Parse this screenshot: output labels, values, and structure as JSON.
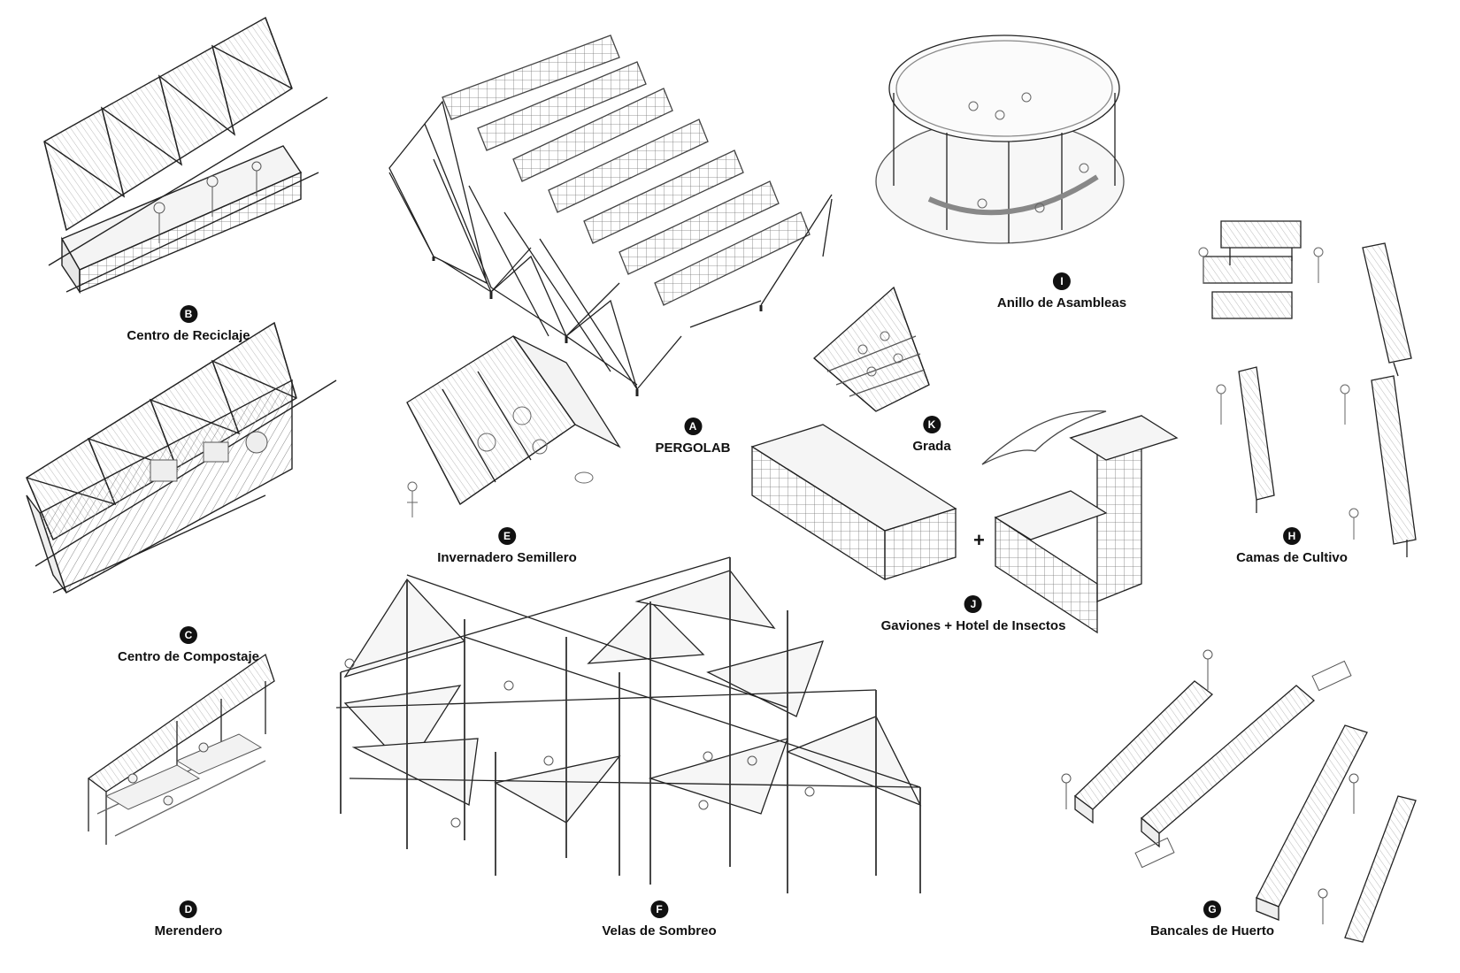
{
  "items": {
    "A": {
      "letter": "A",
      "title": "PERGOLAB"
    },
    "B": {
      "letter": "B",
      "title": "Centro de Reciclaje"
    },
    "C": {
      "letter": "C",
      "title": "Centro de Compostaje"
    },
    "D": {
      "letter": "D",
      "title": "Merendero"
    },
    "E": {
      "letter": "E",
      "title": "Invernadero Semillero"
    },
    "F": {
      "letter": "F",
      "title": "Velas de Sombreo"
    },
    "G": {
      "letter": "G",
      "title": "Bancales de Huerto"
    },
    "H": {
      "letter": "H",
      "title": "Camas de Cultivo"
    },
    "I": {
      "letter": "I",
      "title": "Anillo de Asambleas"
    },
    "J": {
      "letter": "J",
      "title": "Gaviones + Hotel de Insectos"
    },
    "K": {
      "letter": "K",
      "title": "Grada"
    }
  },
  "plus_sign": "+",
  "colors": {
    "ink": "#222222",
    "light": "#9a9a9a",
    "badge": "#111111",
    "background": "#ffffff"
  }
}
